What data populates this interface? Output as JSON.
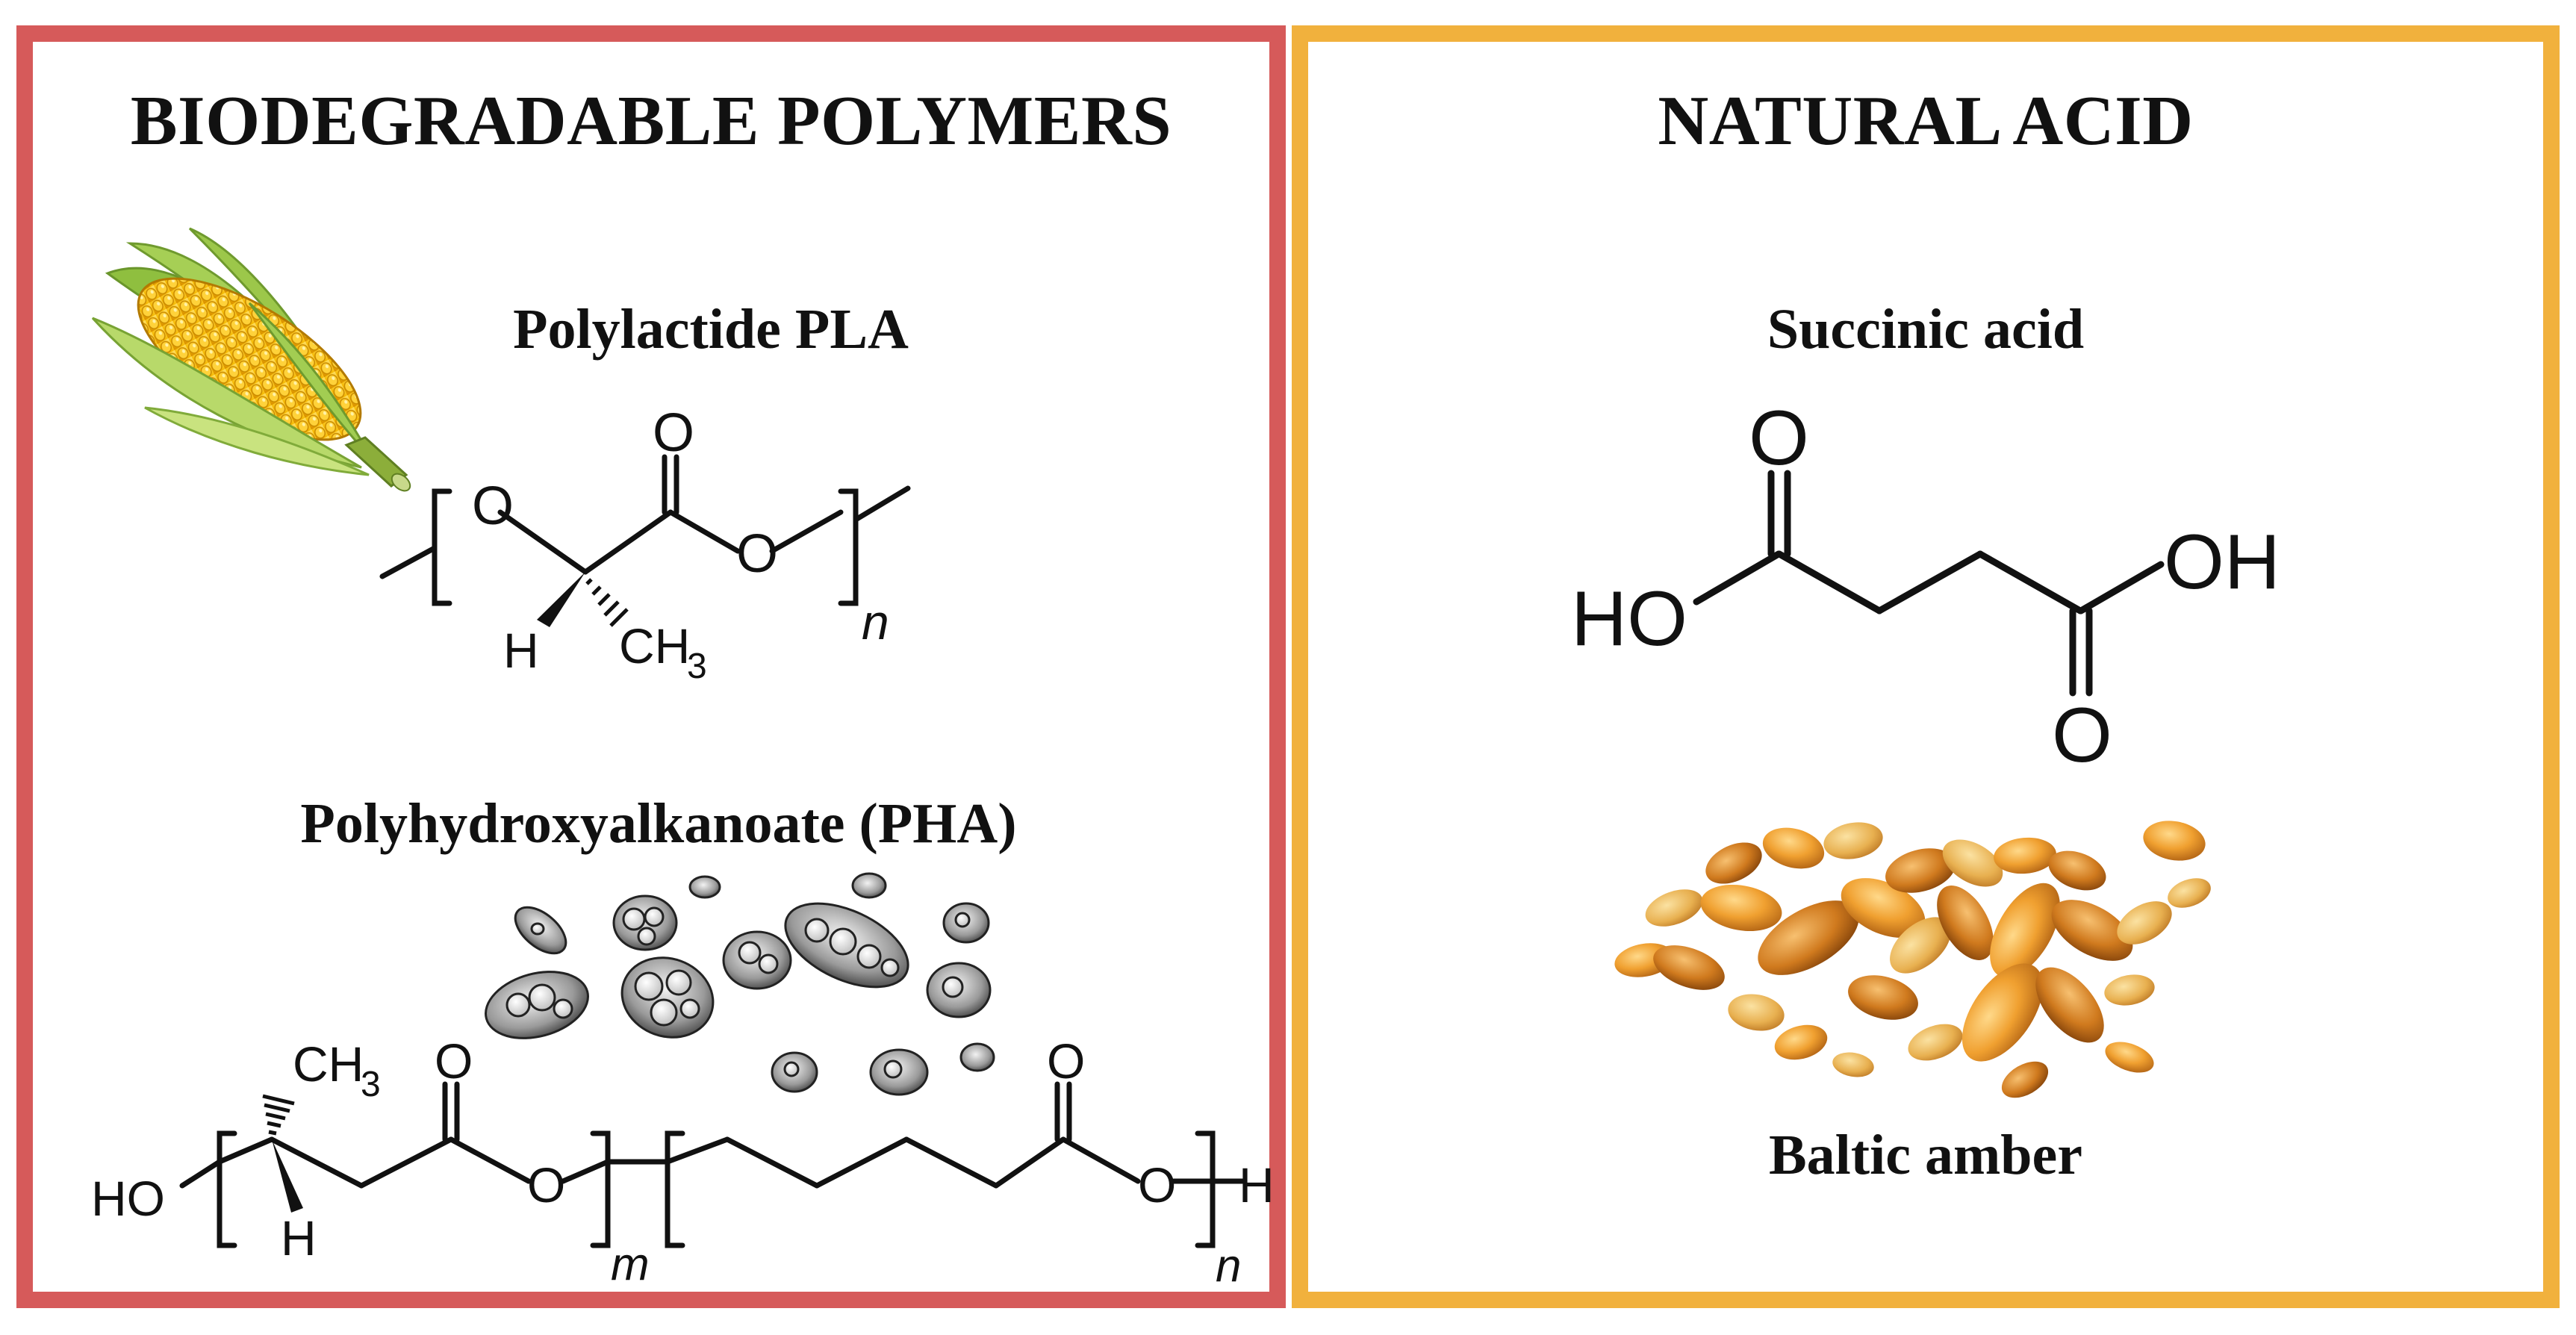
{
  "panels": {
    "left": {
      "title": "BIODEGRADABLE POLYMERS",
      "border_color": "#d65a5a",
      "pla": {
        "label": "Polylactide PLA",
        "atoms": {
          "o_ring": "O",
          "o_carbonyl": "O",
          "o_ester": "O",
          "h": "H",
          "ch": "CH",
          "sub3": "3",
          "n": "n"
        }
      },
      "pha": {
        "label": "Polyhydroxyalkanoate (PHA)",
        "atoms": {
          "ho": "HO",
          "ch": "CH",
          "sub3": "3",
          "h": "H",
          "o_carbonyl1": "O",
          "o_ester1": "O",
          "o_carbonyl2": "O",
          "o_ester2": "O",
          "h_end": "H",
          "m": "m",
          "n": "n"
        }
      }
    },
    "right": {
      "title": "NATURAL ACID",
      "border_color": "#f1b13d",
      "succinic": {
        "label": "Succinic acid",
        "atoms": {
          "o_top": "O",
          "o_bottom": "O",
          "ho_left": "HO",
          "oh_right": "OH"
        }
      },
      "amber": {
        "label": "Baltic amber"
      }
    }
  },
  "icons": [
    "corn-cob-icon",
    "bacteria-cells-icon",
    "amber-stones-icon"
  ]
}
